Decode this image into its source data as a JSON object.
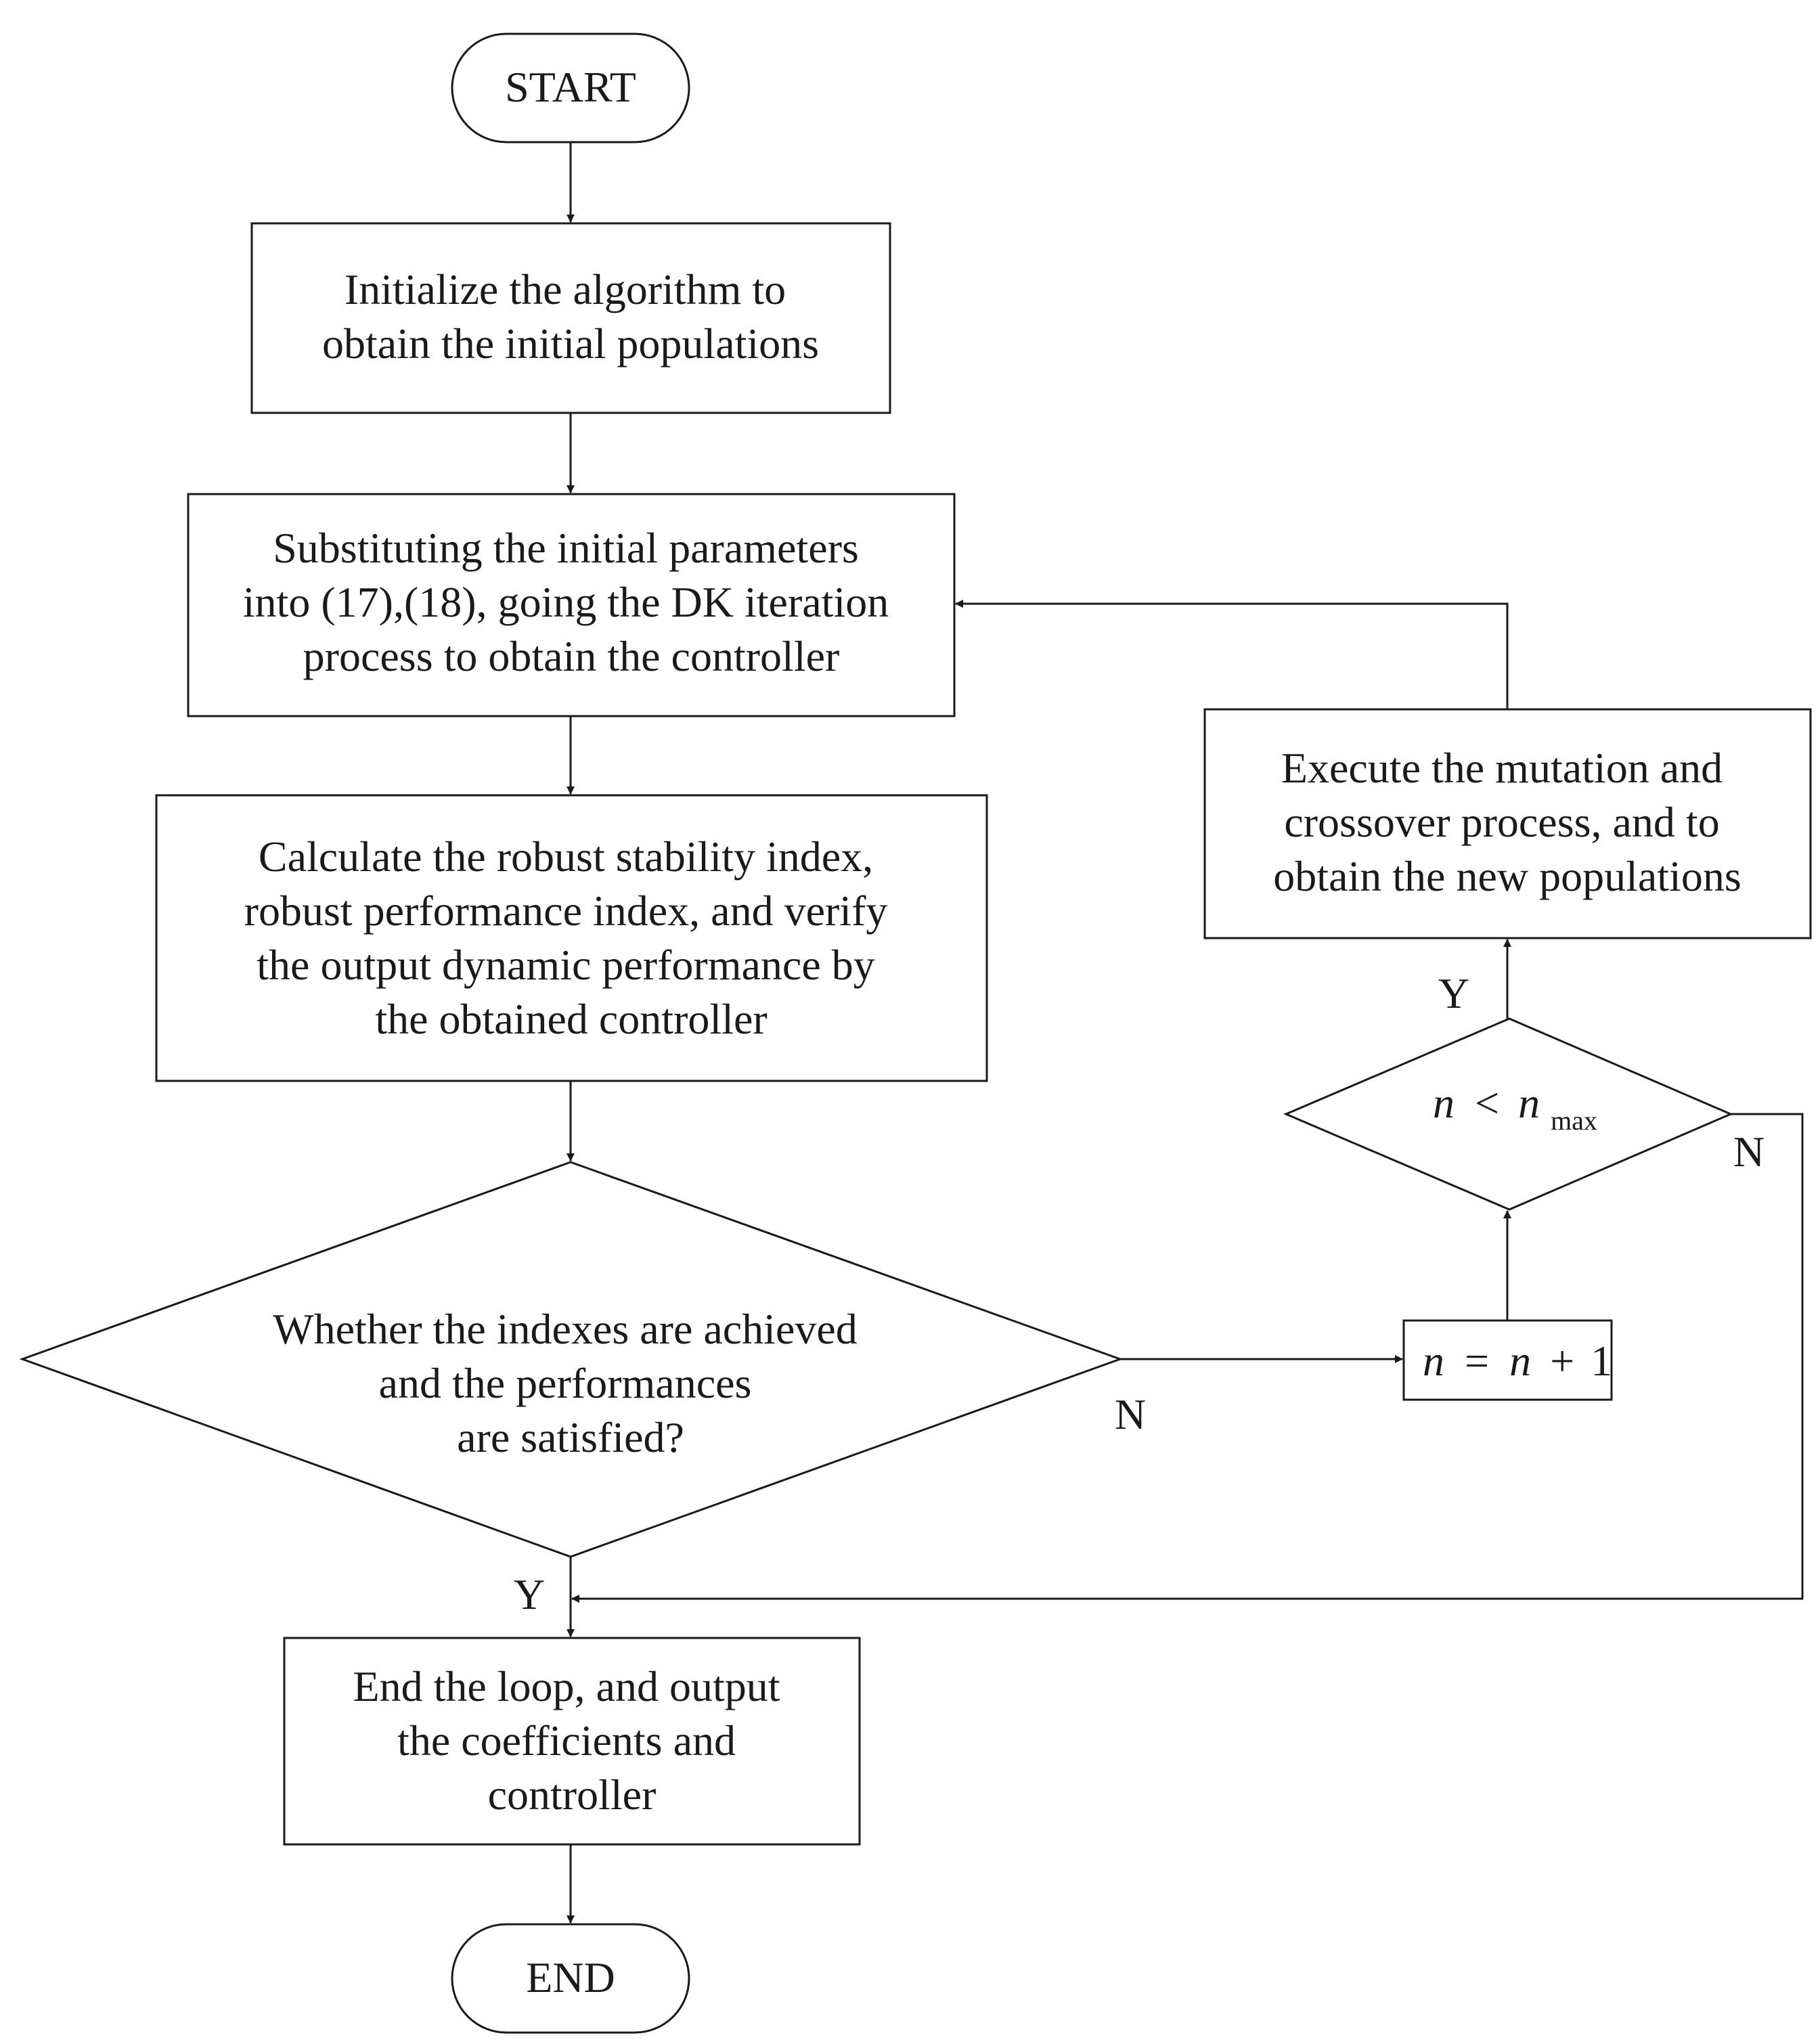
{
  "start_label": "START",
  "end_label": "END",
  "steps": {
    "init": [
      "Initialize the algorithm  to",
      "obtain the initial populations"
    ],
    "substitute": [
      "Substituting the initial parameters",
      "into (17),(18), going the DK iteration",
      "process to obtain the controller"
    ],
    "calculate": [
      "Calculate the robust stability index,",
      "robust performance index, and verify",
      "the output dynamic performance by",
      "the obtained controller"
    ],
    "decision": [
      "Whether the indexes are achieved",
      "and the performances",
      "are satisfied?"
    ],
    "end_loop": [
      "End the loop, and output",
      "the coefficients and",
      "controller"
    ],
    "mutation": [
      "Execute the mutation and",
      "crossover process, and to",
      "obtain the new populations"
    ]
  },
  "increment": {
    "n": "n",
    "eq": "=",
    "n2": "n",
    "plus": "+",
    "one": "1"
  },
  "limit_check": {
    "n": "n",
    "lt": "<",
    "n2": "n",
    "sub": "max"
  },
  "branch_labels": {
    "decision_no": "N",
    "decision_yes": "Y",
    "limit_no": "N",
    "limit_yes": "Y"
  }
}
